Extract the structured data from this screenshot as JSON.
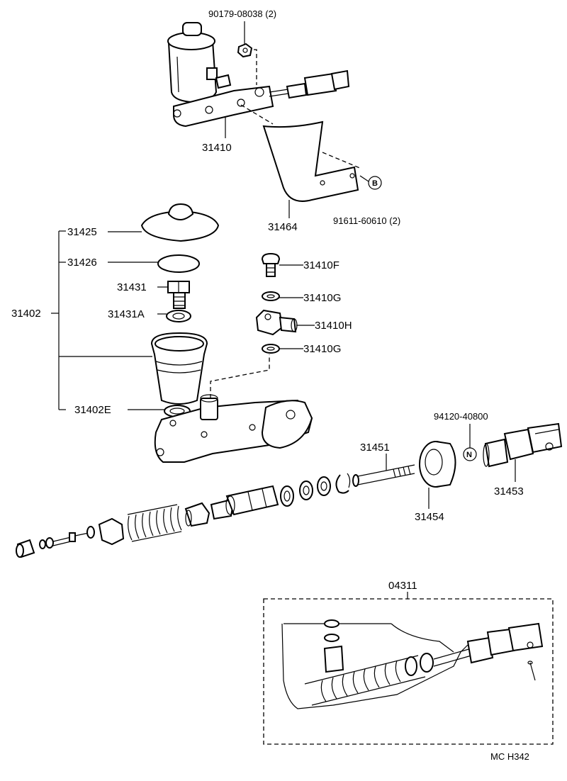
{
  "labels": {
    "p90179": "90179-08038 (2)",
    "p31410": "31410",
    "p31464": "31464",
    "p91611": "91611-60610 (2)",
    "circleB": "B",
    "p31425": "31425",
    "p31426": "31426",
    "p31431": "31431",
    "p31431A": "31431A",
    "p31402": "31402",
    "p31402E": "31402E",
    "p31410F": "31410F",
    "p31410G_1": "31410G",
    "p31410H": "31410H",
    "p31410G_2": "31410G",
    "p94120": "94120-40800",
    "circleN": "N",
    "p31451": "31451",
    "p31453": "31453",
    "p31454": "31454",
    "p04311": "04311",
    "code": "MC H342"
  }
}
